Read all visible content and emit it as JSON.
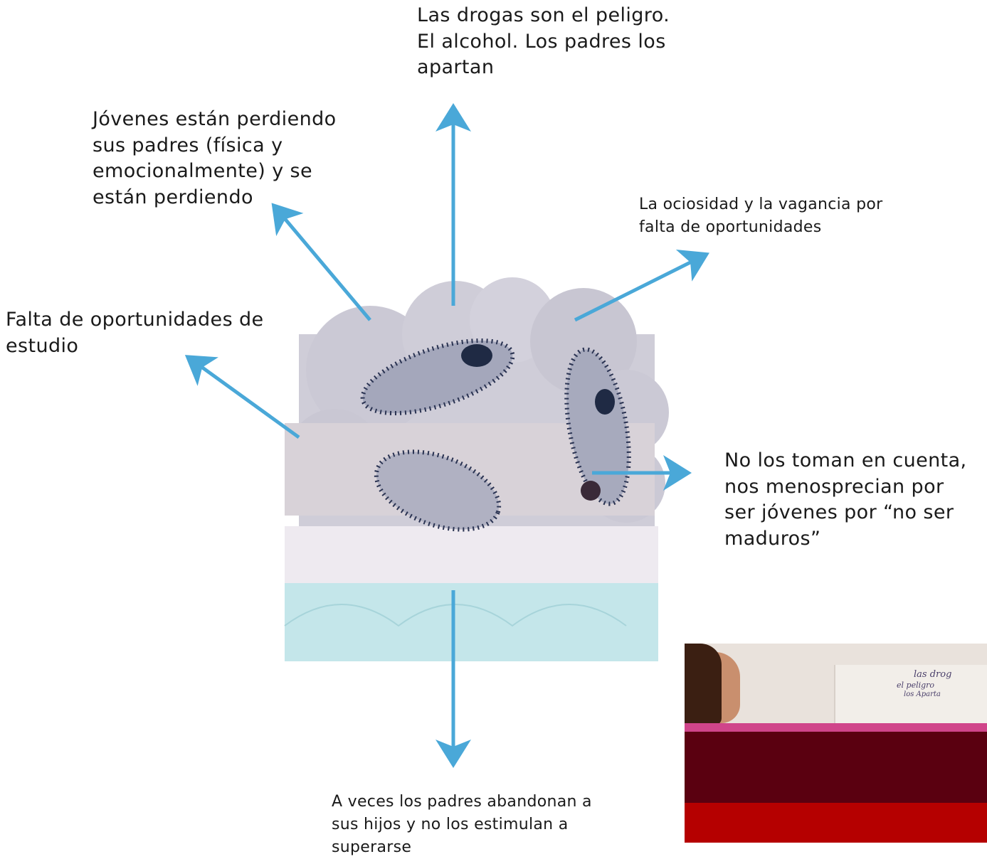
{
  "labels": {
    "drogas": "Las drogas son el peligro.  El alcohol.  Los padres los apartan",
    "perdiendo": "Jóvenes están perdiendo sus padres (física y emocionalmente) y se están perdiendo",
    "ociosidad": "La ociosidad y la vagancia por falta de oportunidades",
    "falta_estudio": "Falta de oportunidades de estudio",
    "toman": "No los toman en cuenta, nos menosprecian  por ser jóvenes por “no ser maduros”",
    "abandonan": "A veces los padres abandonan a sus hijos y no los estimulan a superarse"
  },
  "colors": {
    "arrow": "#4aa8d8",
    "cloud": "#cfcdd8",
    "cloud_dark": "#bdbbcb",
    "cloud_bottom": "#c4e6ea",
    "organism": "#2a3352"
  },
  "photo": {
    "poster_text_1": "las drog",
    "poster_text_2": "el peligro",
    "poster_text_3": "los Aparta"
  }
}
